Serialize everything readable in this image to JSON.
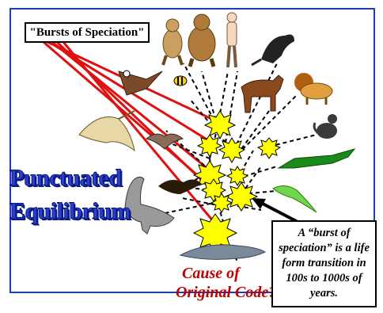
{
  "callout_top": "\"Bursts of Speciation\"",
  "title_line1": "Punctuated",
  "title_line2": "Equilibrium",
  "question_line1": "Cause of",
  "question_line2": "Original Code?",
  "note": "A “burst of speciation” is a life form transition in 100s to 1000s of years.",
  "colors": {
    "border": "#1a3fb0",
    "title": "#2a3fd0",
    "red_lines": "#e01010",
    "bursts": "#ffff00",
    "question": "#c00000"
  }
}
